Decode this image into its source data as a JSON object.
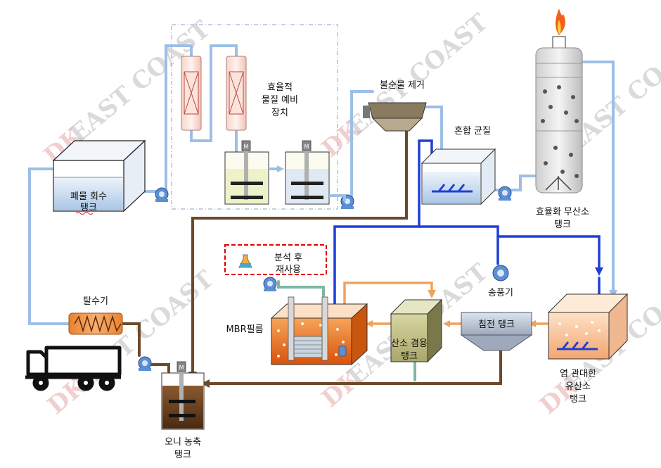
{
  "labels": {
    "waste_recovery_tank": [
      "폐물 회수",
      "탱크"
    ],
    "pretreatment": [
      "효율적",
      "물질 예비",
      "장치"
    ],
    "impurity_removal": "불순물 제거",
    "mixing": "혼합 균질",
    "anaerobic_tank": [
      "효율화 무산소",
      "탱크"
    ],
    "analysis_reuse": [
      "분석 후",
      "재사용"
    ],
    "blower": "송풍기",
    "dehydrator": "탈수기",
    "mbr_film": "MBR필름",
    "aerobic_tank": [
      "산소 겸용",
      "탱크"
    ],
    "settling_tank": "침전 탱크",
    "salt_tank": [
      "염 관대한",
      "유산소",
      "탱크"
    ],
    "sludge_tank": [
      "오니 농축",
      "탱크"
    ],
    "motor_mark": "M"
  },
  "watermark": {
    "brand": "DK",
    "text": "EAST COAST"
  },
  "colors": {
    "pipe_blue_light": "#9dbfe6",
    "pipe_blue_dark": "#1f3fd6",
    "pipe_brown": "#6b4a2b",
    "pipe_orange": "#f0a35a",
    "tank_fill_blue": "#c9dcef",
    "sludge_brown": "#6b3d17",
    "mbr_orange": "#e06a10",
    "alert_red": "#e00000"
  }
}
